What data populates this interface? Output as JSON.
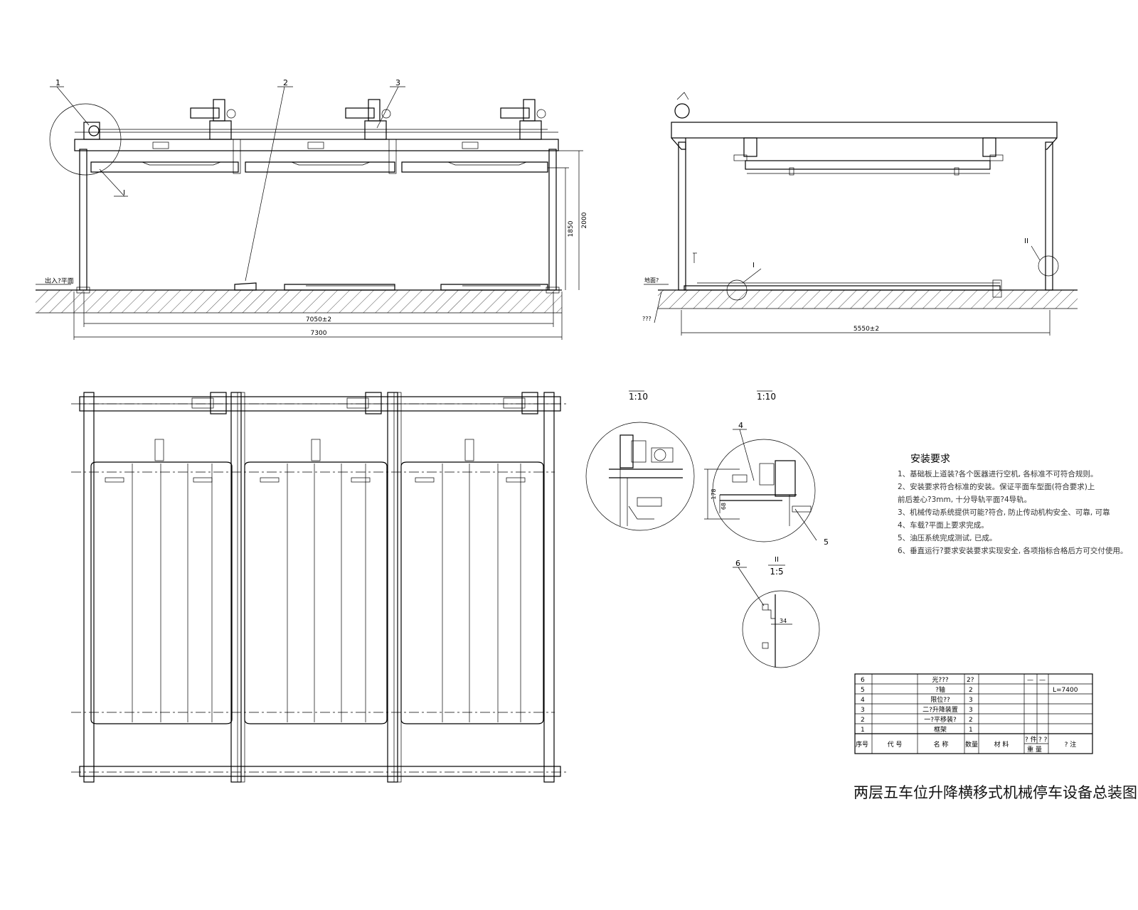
{
  "title": "两层五车位升降横移式机械停车设备总装图",
  "front_view": {
    "callouts": [
      "1",
      "2",
      "3"
    ],
    "detail_label": "I",
    "floor_label": "出入?平面",
    "dim_inner": "7050±2",
    "dim_outer": "7300",
    "dim_h1": "1850",
    "dim_h2": "2000"
  },
  "side_view": {
    "floor_label": "地面?",
    "ground_label": "???",
    "dim_width": "5550±2",
    "detail_I_label": "I",
    "detail_II_label": "II"
  },
  "details": {
    "scale_a": "1:10",
    "scale_b": "1:10",
    "scale_c_num": "II",
    "scale_c": "1:5",
    "callout_4": "4",
    "callout_5": "5",
    "callout_6": "6",
    "dim_178": "178",
    "dim_68": "68",
    "dim_34": "34"
  },
  "requirements": {
    "heading": "安装要求",
    "lines": [
      "1、基础板上道装?各个医器进行空机, 各标准不可符合规则。",
      "2、安装要求符合标准的安装。保证平面车型面(符合要求)上",
      "   前后差心?3mm, 十分导轨平面?4导轨。",
      "3、机械传动系统提供可能?符合, 防止传动机构安全、可靠, 可靠",
      "4、车载?平面上要求完成。",
      "5、油压系统完成测试, 已成。",
      "6、垂直运行?要求安装要求实现安全, 各项指标合格后方可交付使用。"
    ]
  },
  "bom": {
    "rows": [
      {
        "no": "6",
        "code": "",
        "name": "光???",
        "qty": "2?",
        "material": "",
        "w1": "—",
        "w2": "—",
        "note": ""
      },
      {
        "no": "5",
        "code": "",
        "name": "?轴",
        "qty": "2",
        "material": "",
        "w1": "",
        "w2": "",
        "note": "L=7400"
      },
      {
        "no": "4",
        "code": "",
        "name": "限位??",
        "qty": "3",
        "material": "",
        "w1": "",
        "w2": "",
        "note": ""
      },
      {
        "no": "3",
        "code": "",
        "name": "二?升降装置",
        "qty": "3",
        "material": "",
        "w1": "",
        "w2": "",
        "note": ""
      },
      {
        "no": "2",
        "code": "",
        "name": "一?平移装?",
        "qty": "2",
        "material": "",
        "w1": "",
        "w2": "",
        "note": ""
      },
      {
        "no": "1",
        "code": "",
        "name": "框架",
        "qty": "1",
        "material": "",
        "w1": "",
        "w2": "",
        "note": ""
      }
    ],
    "header": {
      "no": "序号",
      "code": "代    号",
      "name": "名    称",
      "qty": "数量",
      "material": "材        料",
      "w_top1": "? 件",
      "w_top2": "? ?",
      "w_bottom": "重    量",
      "note": "?    注"
    }
  }
}
